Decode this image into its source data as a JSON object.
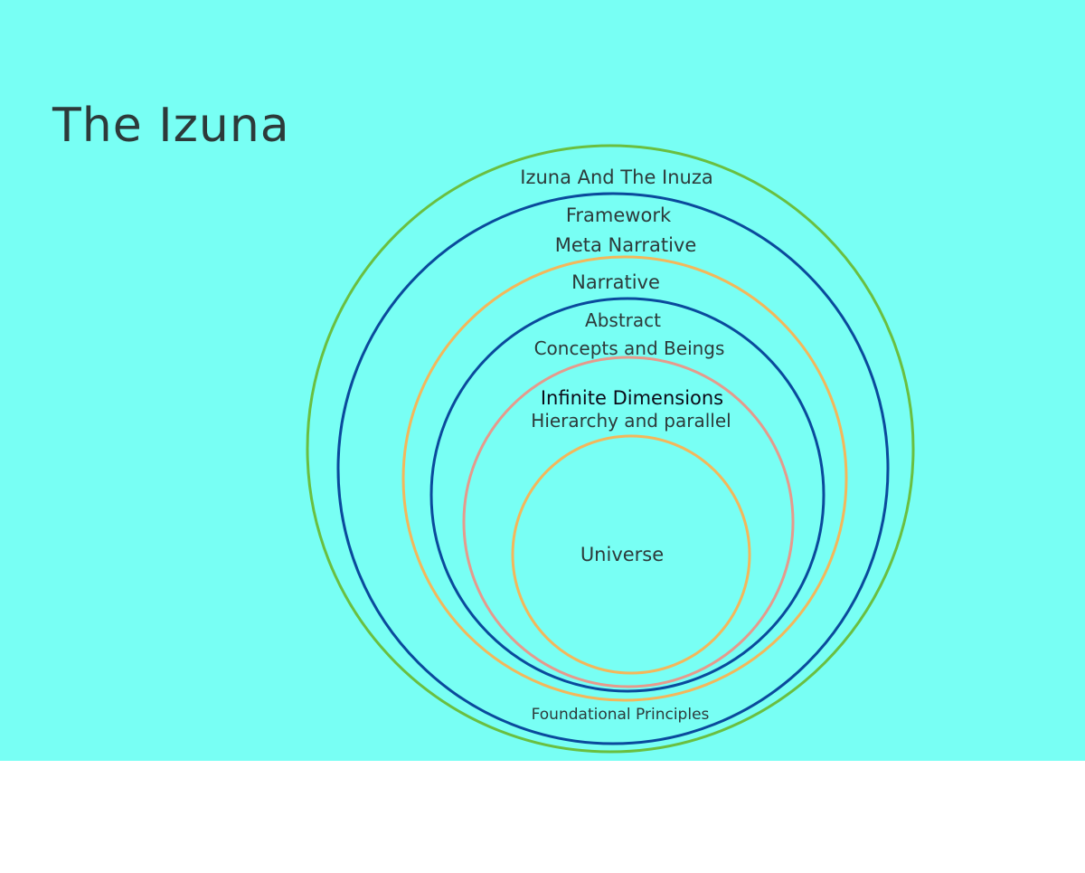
{
  "slide": {
    "title": "The Izuna",
    "background_color": "#78fff4",
    "title_color": "#2d3a3a"
  },
  "diagram": {
    "text_color": "#2d3a3a",
    "rings": [
      {
        "label": "Izuna And The Inuza",
        "color": "#6abf40"
      },
      {
        "label": "Framework",
        "color": "#0a4a9c"
      },
      {
        "label": "Meta Narrative",
        "color": "#f4b75a"
      },
      {
        "label": "Narrative",
        "color": "#0a4a9c"
      },
      {
        "label": "Abstract",
        "color": "#e69a8c"
      },
      {
        "label": "Concepts and Beings",
        "color": "#f4b75a"
      }
    ],
    "labels": {
      "izuna_and_the_inuza": "Izuna And The Inuza",
      "framework": "Framework",
      "meta_narrative": "Meta Narrative",
      "narrative": "Narrative",
      "abstract": "Abstract",
      "concepts_and_beings": "Concepts and Beings",
      "infinite_dimensions": "Infinite Dimensions",
      "hierarchy_and_parallel": "Hierarchy and parallel",
      "universe": "Universe",
      "foundational_principles": "Foundational Principles"
    }
  }
}
